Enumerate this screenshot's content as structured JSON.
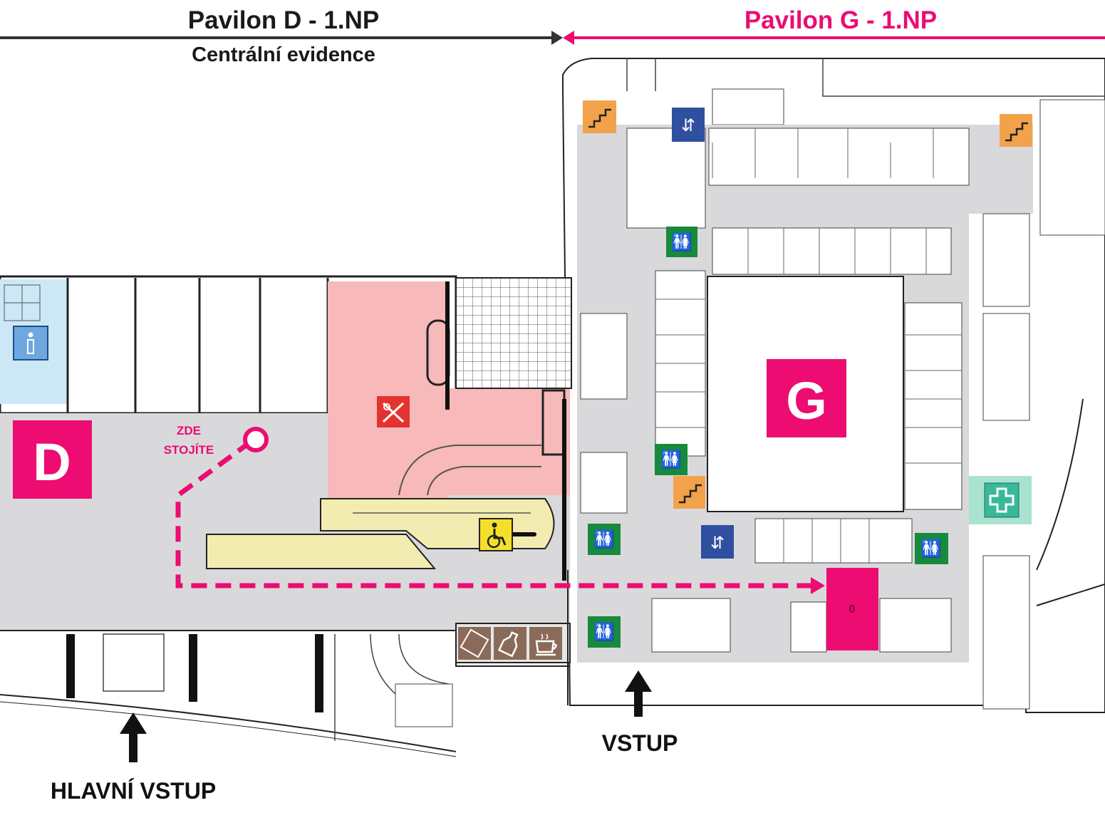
{
  "header": {
    "pavilion_d": "Pavilon D - 1.NP",
    "pavilion_d_sub": "Centrální evidence",
    "pavilion_g": "Pavilon G - 1.NP"
  },
  "markers": {
    "d": "D",
    "g": "G",
    "you_are_here_line1": "ZDE",
    "you_are_here_line2": "STOJÍTE",
    "destination": "0"
  },
  "entrances": {
    "main": "HLAVNÍ VSTUP",
    "side": "VSTUP"
  },
  "colors": {
    "accent": "#ec0c72",
    "corridor": "#d9d9dc",
    "restaurant": "#f7b9b9",
    "ramp": "#f3ecb0",
    "info_zone": "#cce8f7",
    "first_aid_zone": "#a9e3cf",
    "toilet": "#178a3c",
    "stairs": "#f2a24a",
    "elevator": "#2f4f9f",
    "wheelchair": "#f4e02a",
    "info": "#6ea8df",
    "first_aid": "#39b89a",
    "dark": "#1a1a1a"
  },
  "icons": [
    "info-icon",
    "restaurant-icon",
    "wheelchair-icon",
    "toilet-icon",
    "stairs-icon",
    "elevator-icon",
    "first-aid-icon",
    "chocolate-vending-icon",
    "drink-vending-icon",
    "coffee-icon",
    "arrow-up-icon"
  ]
}
